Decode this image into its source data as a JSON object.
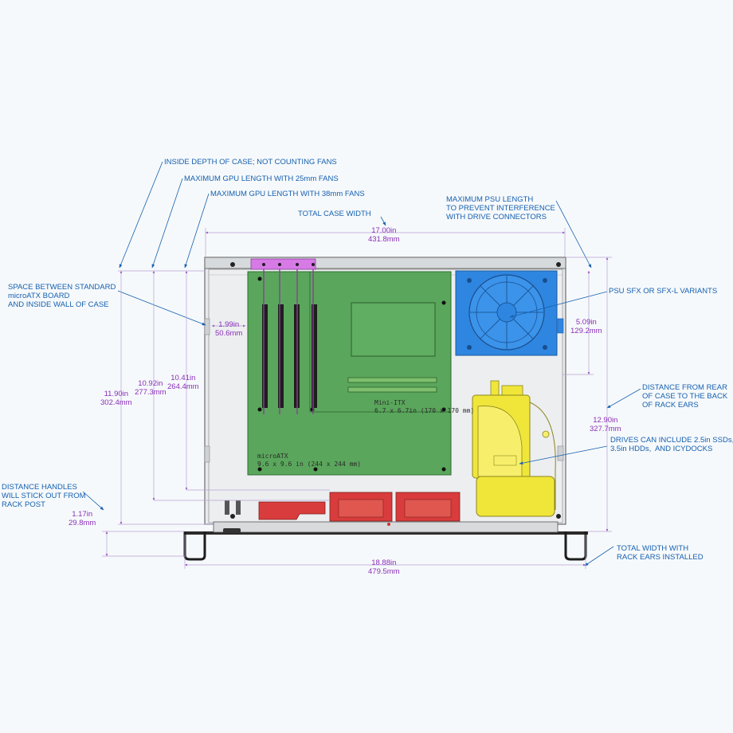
{
  "colors": {
    "callout": "#1560b0",
    "dimension": "#8a2fb8",
    "motherboard": "#5aa65c",
    "psu": "#2f86e0",
    "drive_cage": "#f0e63a",
    "fans": "#d93c3c",
    "gpu_brackets": "#d77ae6",
    "case_panel": "#e4e7ea",
    "case_frame": "#1d1d1d"
  },
  "callouts": {
    "inside_depth": "INSIDE DEPTH OF CASE; NOT COUNTING FANS",
    "gpu_25mm": "MAXIMUM GPU LENGTH WITH 25mm FANS",
    "gpu_38mm": "MAXIMUM GPU LENGTH WITH 38mm FANS",
    "total_case_width": "TOTAL CASE WIDTH",
    "max_psu": "MAXIMUM PSU LENGTH\nTO PREVENT INTERFERENCE\nWITH DRIVE CONNECTORS",
    "space_between": "SPACE BETWEEN STANDARD\nmicroATX BOARD\nAND INSIDE WALL OF CASE",
    "psu_variants": "PSU SFX OR SFX-L VARIANTS",
    "distance_rear": "DISTANCE FROM REAR\nOF CASE TO THE BACK\nOF RACK EARS",
    "drives": "DRIVES CAN INCLUDE 2.5in SSDs,\n3.5in HDDs,  AND ICYDOCKS",
    "handles": "DISTANCE HANDLES\nWILL STICK OUT FROM\nRACK POST",
    "total_width_ears": "TOTAL WIDTH WITH\nRACK EARS INSTALLED"
  },
  "dimensions": {
    "case_width": {
      "in": "17.00in",
      "mm": "431.8mm"
    },
    "board_gap": {
      "in": "1.99in",
      "mm": "50.6mm"
    },
    "psu_length": {
      "in": "5.09in",
      "mm": "129.2mm"
    },
    "inside_depth": {
      "in": "11.90in",
      "mm": "302.4mm"
    },
    "gpu_25": {
      "in": "10.92in",
      "mm": "277.3mm"
    },
    "gpu_38": {
      "in": "10.41in",
      "mm": "264.4mm"
    },
    "rack_ears": {
      "in": "12.90in",
      "mm": "327.7mm"
    },
    "handles": {
      "in": "1.17in",
      "mm": "29.8mm"
    },
    "width_with_ears": {
      "in": "18.88in",
      "mm": "479.5mm"
    }
  },
  "boards": {
    "mini_itx": "Mini-ITX\n6.7 x 6.7in (170 x 170 mm)",
    "micro_atx": "microATX\n9.6 x 9.6 in (244 x 244 mm)"
  }
}
